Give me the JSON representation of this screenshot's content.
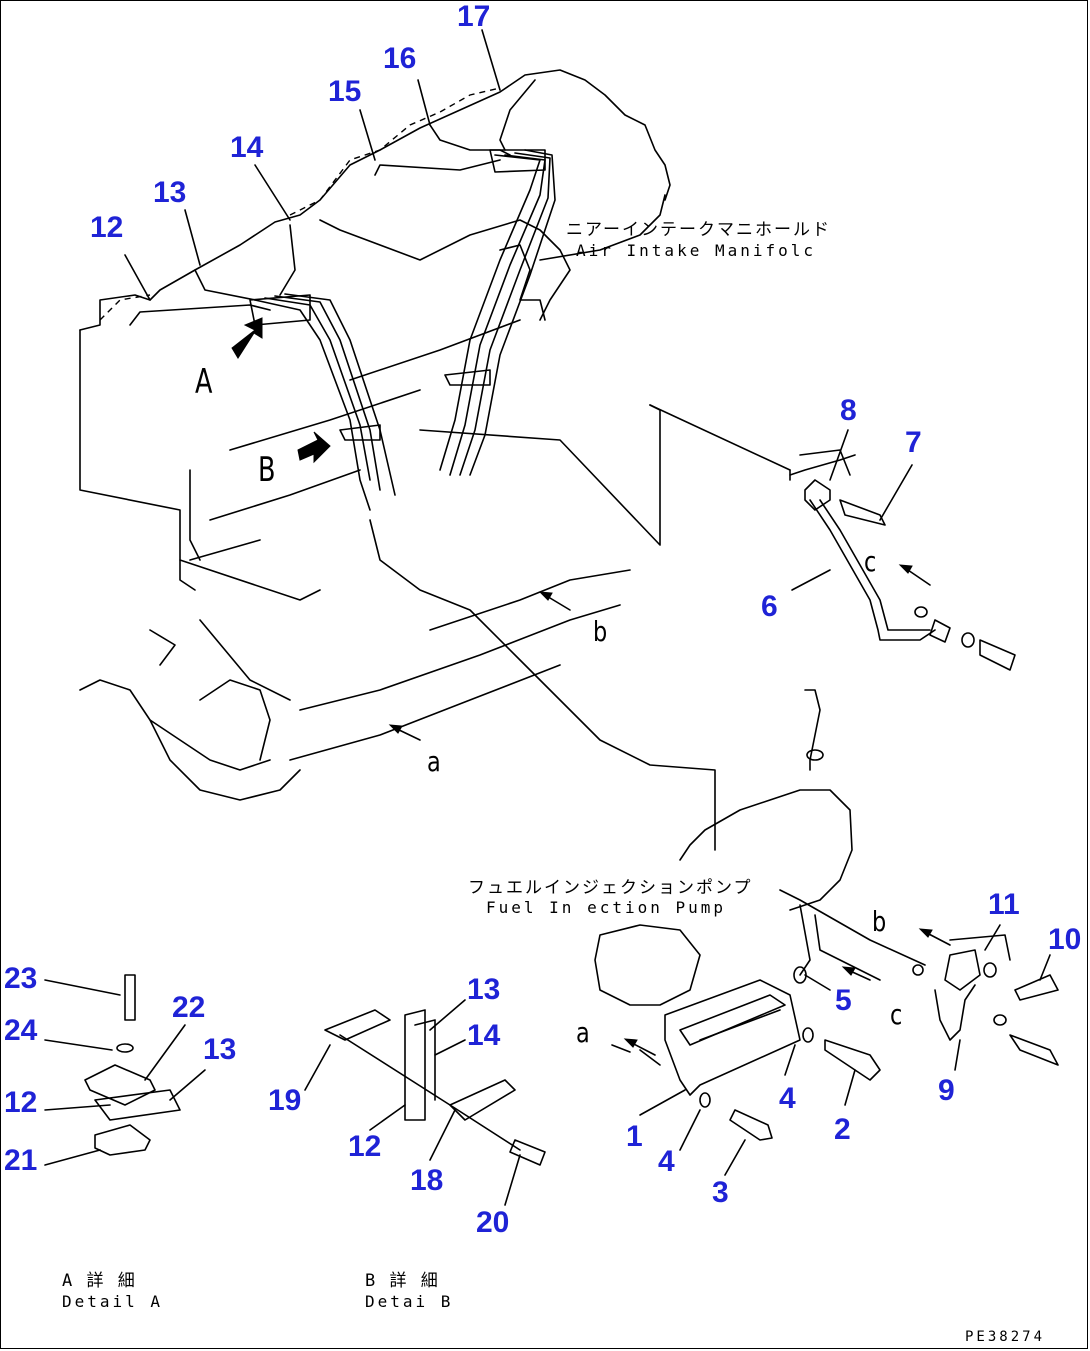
{
  "diagram": {
    "parts": [
      {
        "id": "p1",
        "number": "1"
      },
      {
        "id": "p2",
        "number": "2"
      },
      {
        "id": "p3",
        "number": "3"
      },
      {
        "id": "p4a",
        "number": "4"
      },
      {
        "id": "p4b",
        "number": "4"
      },
      {
        "id": "p5",
        "number": "5"
      },
      {
        "id": "p6",
        "number": "6"
      },
      {
        "id": "p7",
        "number": "7"
      },
      {
        "id": "p8",
        "number": "8"
      },
      {
        "id": "p9",
        "number": "9"
      },
      {
        "id": "p10",
        "number": "10"
      },
      {
        "id": "p11",
        "number": "11"
      },
      {
        "id": "p12",
        "number": "12"
      },
      {
        "id": "p13",
        "number": "13"
      },
      {
        "id": "p14",
        "number": "14"
      },
      {
        "id": "p15",
        "number": "15"
      },
      {
        "id": "p16",
        "number": "16"
      },
      {
        "id": "p17",
        "number": "17"
      }
    ],
    "detail_a_parts": [
      {
        "id": "da23",
        "number": "23"
      },
      {
        "id": "da22",
        "number": "22"
      },
      {
        "id": "da24",
        "number": "24"
      },
      {
        "id": "da13",
        "number": "13"
      },
      {
        "id": "da12",
        "number": "12"
      },
      {
        "id": "da21",
        "number": "21"
      }
    ],
    "detail_b_parts": [
      {
        "id": "db13",
        "number": "13"
      },
      {
        "id": "db14",
        "number": "14"
      },
      {
        "id": "db19",
        "number": "19"
      },
      {
        "id": "db12",
        "number": "12"
      },
      {
        "id": "db18",
        "number": "18"
      },
      {
        "id": "db20",
        "number": "20"
      }
    ],
    "labels": {
      "air_intake_jp": "ニアーインテークマニホールド",
      "air_intake_en": "Air Intake Manifolc",
      "fuel_pump_jp": "フュエルインジェクションポンプ",
      "fuel_pump_en": "Fuel In ection Pump",
      "view_a": "A",
      "view_b": "B",
      "ref_a_top": "a",
      "ref_b_top": "b",
      "ref_c_top": "c",
      "ref_a_bottom": "a",
      "ref_b_bottom": "b",
      "ref_c_bottom": "c",
      "detail_a_jp": "A 詳 細",
      "detail_a_en": "Detail A",
      "detail_b_jp": "B 詳 細",
      "detail_b_en": "Detai B",
      "drawing_code": "PE38274"
    },
    "colors": {
      "callout": "#1f23d6",
      "line": "#000000"
    }
  }
}
